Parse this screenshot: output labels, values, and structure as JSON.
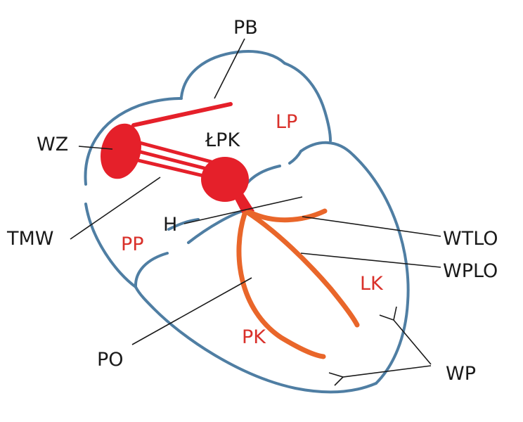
{
  "labels": {
    "pb": "PB",
    "lp": "LP",
    "wz": "WZ",
    "lpk": "ŁPK",
    "tmw": "TMW",
    "pp": "PP",
    "h": "H",
    "wtlo": "WTLO",
    "wplo": "WPLO",
    "lk": "LK",
    "po": "PO",
    "pk": "PK",
    "wp": "WP"
  },
  "colors": {
    "heart_outline": "#4f7ea3",
    "conduction_red": "#e5202a",
    "bundle_orange": "#e9662a",
    "chamber_label": "#d9302a",
    "leader_line": "#1a1a1a"
  }
}
